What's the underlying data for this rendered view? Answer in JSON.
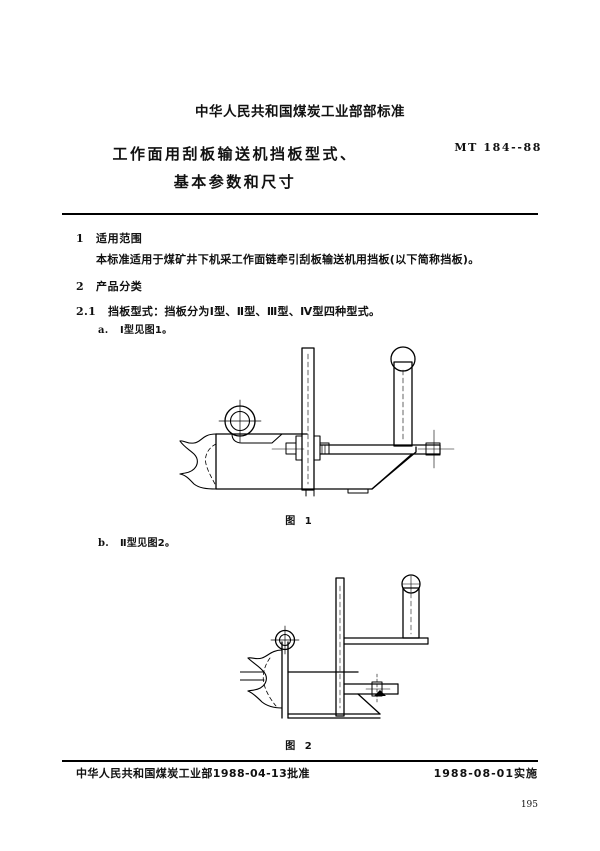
{
  "document": {
    "organization": "中华人民共和国煤炭工业部部标准",
    "title_line_1": "工作面用刮板输送机挡板型式、",
    "title_line_2": "基本参数和尺寸",
    "standard_number": "MT 184--88"
  },
  "sections": {
    "sec1_num": "1",
    "sec1_title": "适用范围",
    "sec1_para": "本标准适用于煤矿井下机采工作面链牵引刮板输送机用挡板(以下简称挡板)。",
    "sec2_num": "2",
    "sec2_title": "产品分类",
    "sec21_num": "2.1",
    "sec21_text": "挡板型式：挡板分为Ⅰ型、Ⅱ型、Ⅲ型、Ⅳ型四种型式。",
    "item_a_mark": "a.",
    "item_a_text": "Ⅰ型见图1。",
    "item_b_mark": "b.",
    "item_b_text": "Ⅱ型见图2。"
  },
  "figures": {
    "fig1_caption": "图 1",
    "fig2_caption": "图 2"
  },
  "footer": {
    "approval": "中华人民共和国煤炭工业部1988-04-13批准",
    "implementation": "1988-08-01实施",
    "page_number": "195"
  },
  "colors": {
    "ink": "#000000",
    "paper": "#ffffff"
  }
}
